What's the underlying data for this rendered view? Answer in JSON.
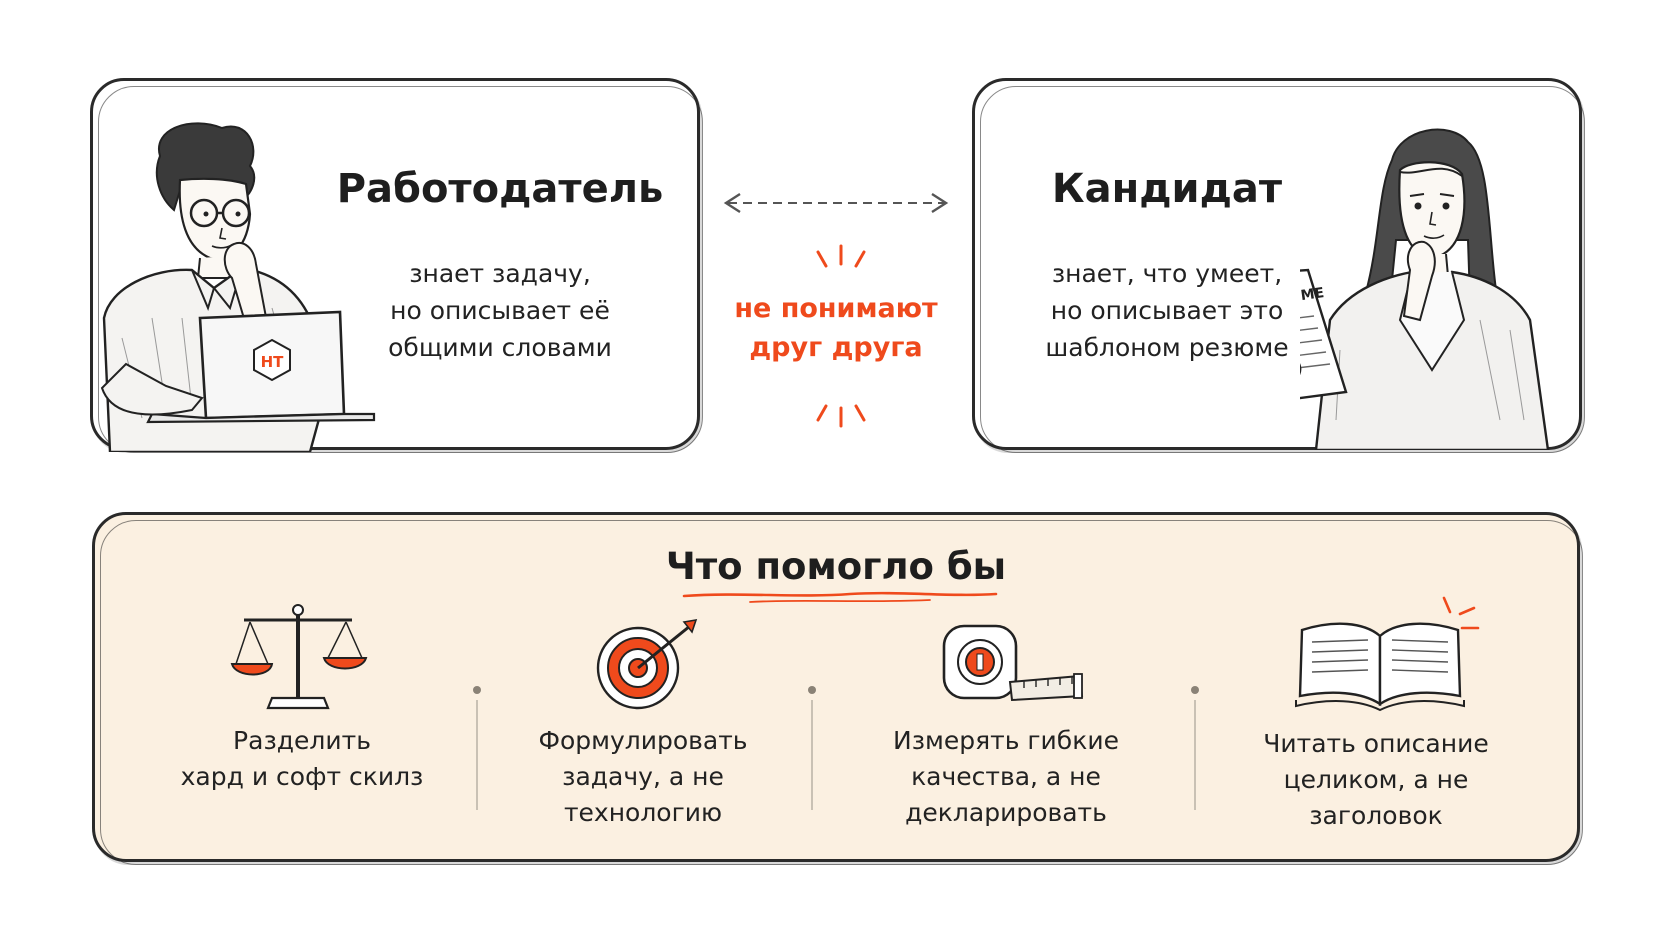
{
  "employer": {
    "title": "Работодатель",
    "lines": [
      "знает задачу,",
      "но описывает её",
      "общими словами"
    ],
    "laptop_logo": "HT"
  },
  "candidate": {
    "title": "Кандидат",
    "lines": [
      "знает, что умеет,",
      "но описывает это",
      "шаблоном резюме"
    ],
    "resume_label": "RESUME"
  },
  "middle": {
    "lines": [
      "не понимают",
      "друг друга"
    ]
  },
  "help": {
    "title": "Что помогло бы",
    "items": [
      {
        "icon": "scales-icon",
        "lines": [
          "Разделить",
          "хард и софт скилз"
        ]
      },
      {
        "icon": "target-icon",
        "lines": [
          "Формулировать",
          "задачу, а не",
          "технологию"
        ]
      },
      {
        "icon": "tape-measure-icon",
        "lines": [
          "Измерять гибкие",
          "качества, а не",
          "декларировать"
        ]
      },
      {
        "icon": "open-book-icon",
        "lines": [
          "Читать описание",
          "целиком, а не",
          "заголовок"
        ]
      }
    ]
  },
  "colors": {
    "accent": "#ef4a1c",
    "panel_bg": "#fbf0e1",
    "ink": "#2a2a2a"
  }
}
